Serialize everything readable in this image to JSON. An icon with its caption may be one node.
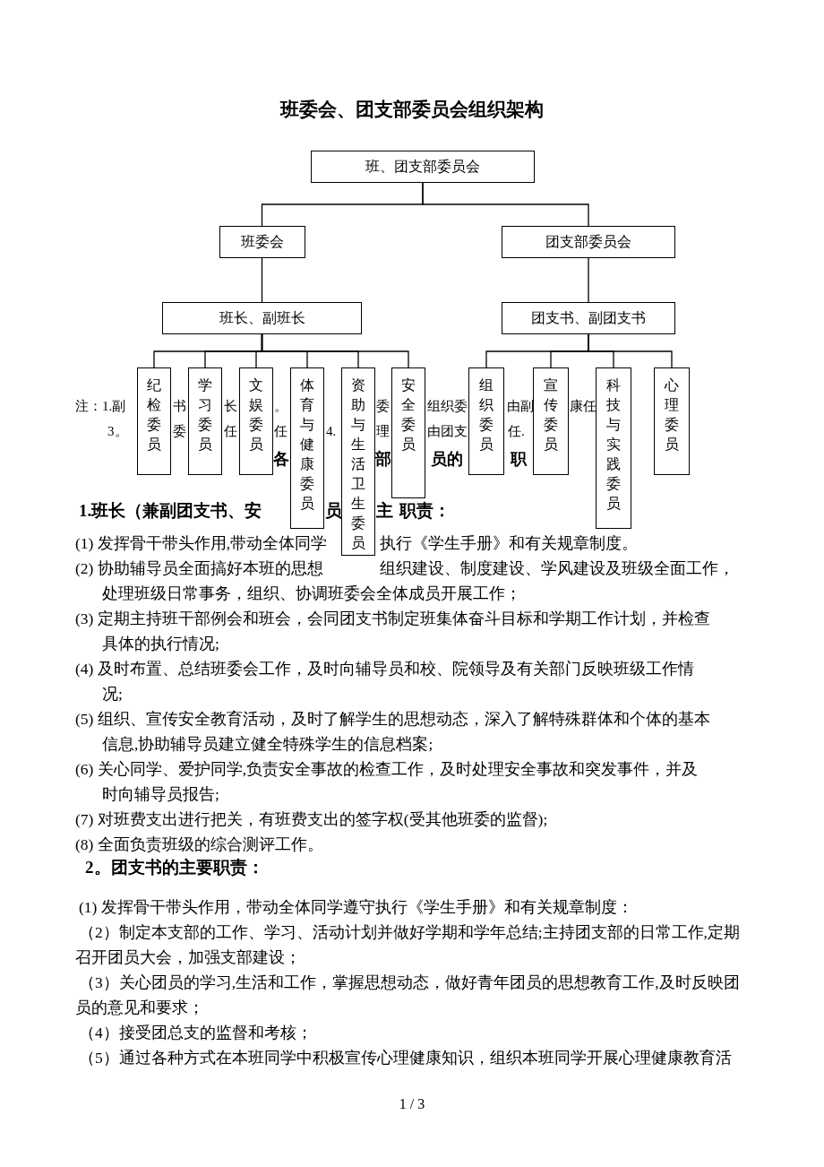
{
  "diagram": {
    "title": "班委会、团支部委员会组织架构",
    "nodes": [
      {
        "text": [
          "班、团支部委员会"
        ]
      },
      {
        "text": [
          "班委会"
        ]
      },
      {
        "text": [
          "团支部委员会"
        ]
      },
      {
        "text": [
          "班长、副班长"
        ]
      },
      {
        "text": [
          "团支书、副团支书"
        ]
      },
      {
        "text": [
          "纪检委员"
        ]
      },
      {
        "text": [
          "学习委员"
        ]
      },
      {
        "text": [
          "文娱委员"
        ]
      },
      {
        "text": [
          "体育与健康委员"
        ]
      },
      {
        "text": [
          "资助与生活卫生委员"
        ]
      },
      {
        "text": [
          "安全委员"
        ]
      },
      {
        "text": [
          "组织委员"
        ]
      },
      {
        "text": [
          "宣传委员"
        ]
      },
      {
        "text": [
          "科技与实践委员"
        ]
      },
      {
        "text": [
          "心理委员"
        ]
      }
    ],
    "edges": [
      {
        "from": 0,
        "to": 1,
        "arrow": "none"
      },
      {
        "from": 0,
        "to": 2,
        "arrow": "none"
      },
      {
        "from": 1,
        "to": 3,
        "arrow": "none"
      },
      {
        "from": 2,
        "to": 4,
        "arrow": "none"
      },
      {
        "from": 3,
        "to": 5,
        "arrow": "none"
      },
      {
        "from": 3,
        "to": 6,
        "arrow": "none"
      },
      {
        "from": 3,
        "to": 7,
        "arrow": "none"
      },
      {
        "from": 3,
        "to": 8,
        "arrow": "none"
      },
      {
        "from": 3,
        "to": 9,
        "arrow": "none"
      },
      {
        "from": 3,
        "to": 10,
        "arrow": "none"
      },
      {
        "from": 4,
        "to": 11,
        "arrow": "none"
      },
      {
        "from": 4,
        "to": 12,
        "arrow": "none"
      },
      {
        "from": 4,
        "to": 13,
        "arrow": "none"
      },
      {
        "from": 4,
        "to": 14,
        "arrow": "none"
      }
    ],
    "labels": [
      "注：1.副",
      "书",
      "长",
      "。",
      "委",
      "组织委",
      "由副",
      "康任",
      "3。",
      "委",
      "任",
      "任",
      "4.",
      "理",
      "由团支",
      "任.",
      "各",
      "部",
      "员的",
      "职",
      "1.班长（兼副团支书、安",
      "员",
      "主",
      "职责：",
      "(1) 发挥骨干带头作用,带动全体同学",
      "执行《学生手册》和有关规章制度。",
      "(2) 协助辅导员全面搞好本班的思想",
      "组织建设、制度建设、学风建设及班级全面工作，处理班级日常事务，组织、协调班委会全体成员开展工作；",
      "(3) 定期主持班干部例会和班会，会同团支书制定班集体奋斗目标和学期工作计划，并检查具体的执行情况;",
      "(4) 及时布置、总结班委会工作，及时向辅导员和校、院领导及有关部门反映班级工作情况;",
      "(5) 组织、宣传安全教育活动，及时了解学生的思想动态，深入了解特殊群体和个体的基本信息,协助辅导员建立健全特殊学生的信息档案;",
      "(6) 关心同学、爱护同学,负责安全事故的检查工作，及时处理安全事故和突发事件，并及时向辅导员报告;",
      "(7) 对班费支出进行把关，有班费支出的签字权(受其他班委的监督);",
      "(8) 全面负责班级的综合测评工作。",
      "2。团支书的主要职责：",
      "(1) 发挥骨干带头作用，带动全体同学遵守执行《学生手册》和有关规章制度：",
      "（2）制定本支部的工作、学习、活动计划并做好学期和学年总结;主持团支部的日常工作,定期召开团员大会，加强支部建设；",
      "（3）关心团员的学习,生活和工作，掌握思想动态，做好青年团员的思想教育工作,及时反映团员的意见和要求；",
      "（4）接受团总支的监督和考核；",
      "（5）通过各种方式在本班同学中积极宣传心理健康知识，组织本班同学开展心理健康教育活",
      "1 / 3"
    ]
  }
}
